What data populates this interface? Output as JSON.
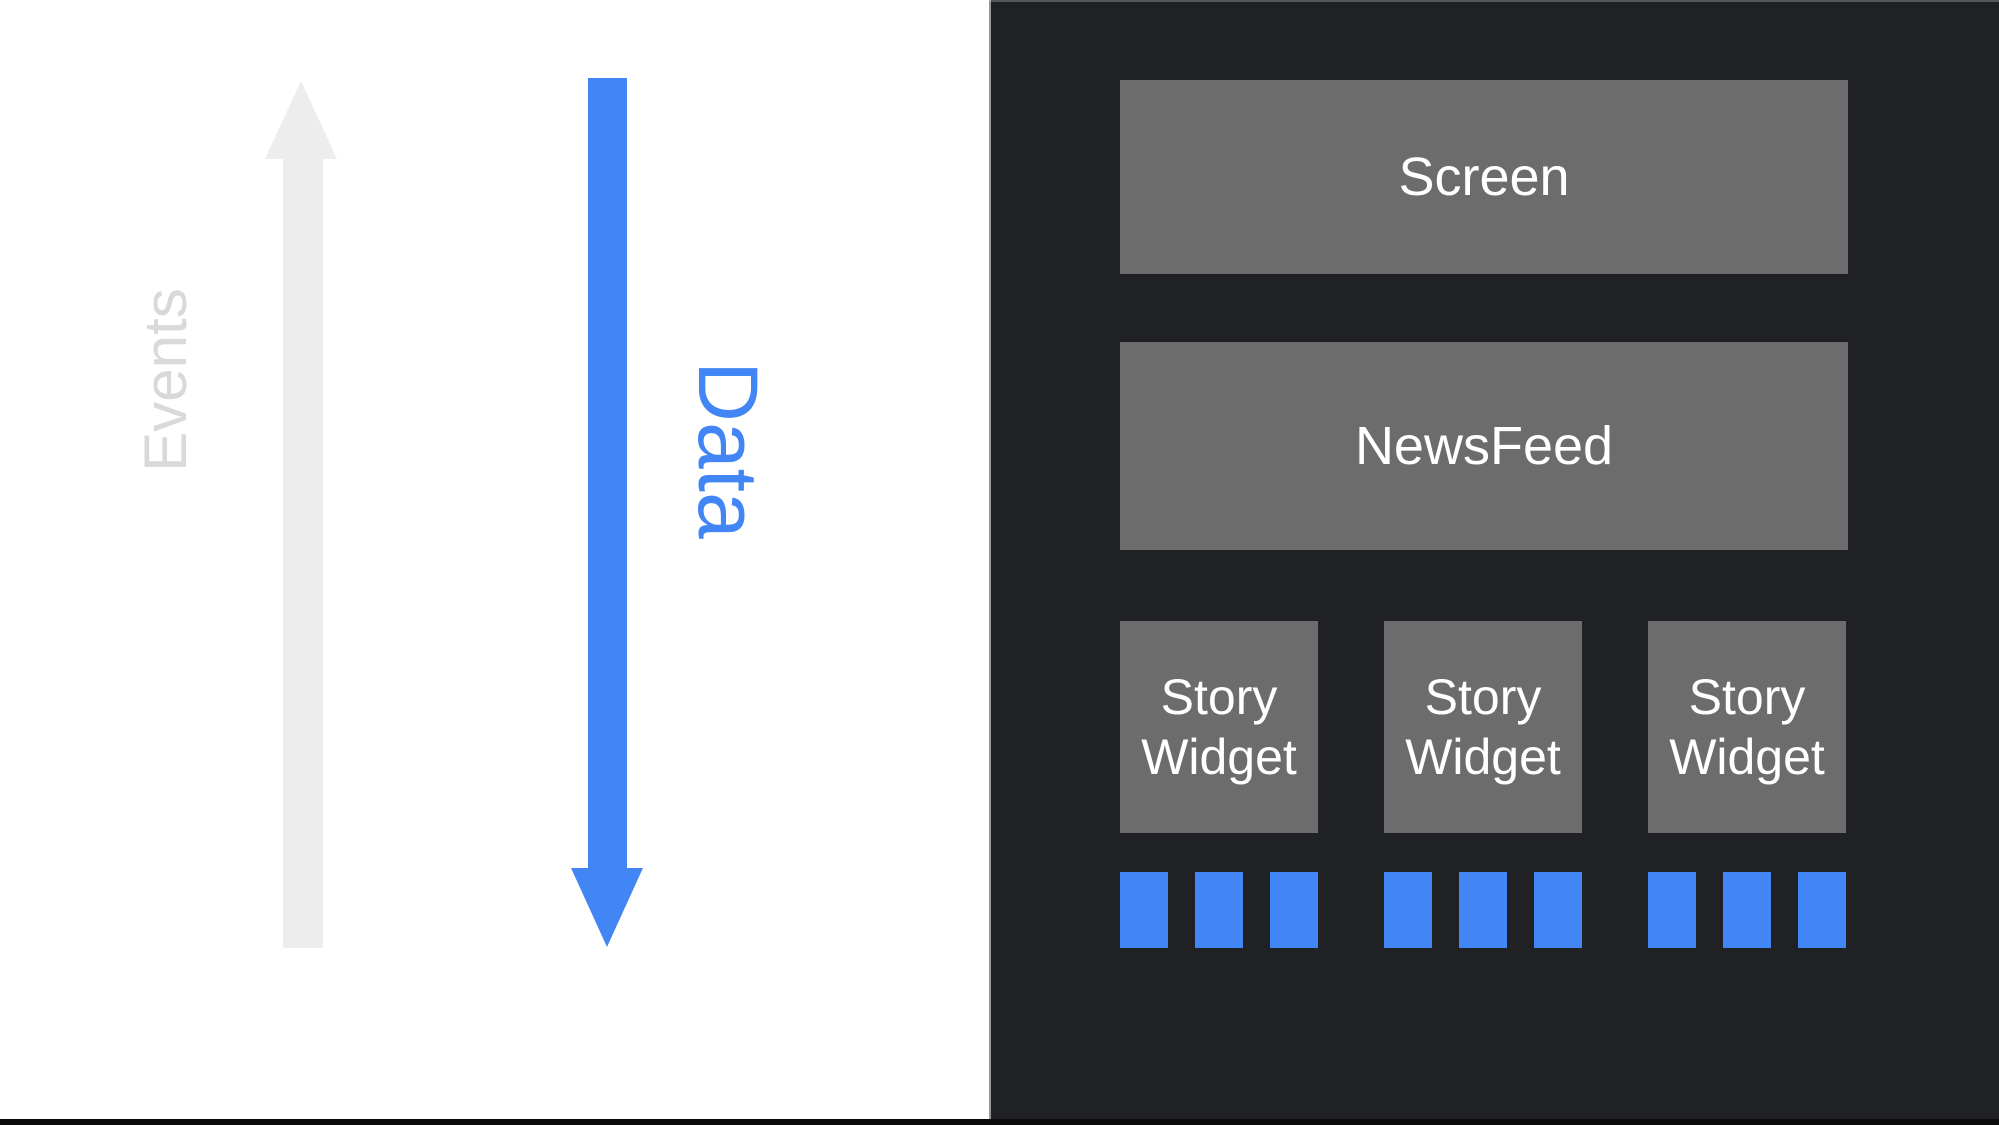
{
  "flow": {
    "events_label": "Events",
    "data_label": "Data",
    "events_direction": "up",
    "data_direction": "down"
  },
  "widget_tree": {
    "screen_label": "Screen",
    "newsfeed_label": "NewsFeed",
    "story_widgets": [
      {
        "line1": "Story",
        "line2": "Widget"
      },
      {
        "line1": "Story",
        "line2": "Widget"
      },
      {
        "line1": "Story",
        "line2": "Widget"
      }
    ],
    "data_items_per_widget": 3
  },
  "colors": {
    "background": "#FFFFFF",
    "panel": "#202124",
    "panel_top_line": "#54575B",
    "panel_edge": "#CDC8BE",
    "box": "#6C6C6C",
    "box_text": "#FFFFFF",
    "blue": "#4285F4",
    "arrow_gray": "#EDEDED",
    "events_text": "#D7D9DB",
    "bottom_bar": "#0B0B0C"
  }
}
